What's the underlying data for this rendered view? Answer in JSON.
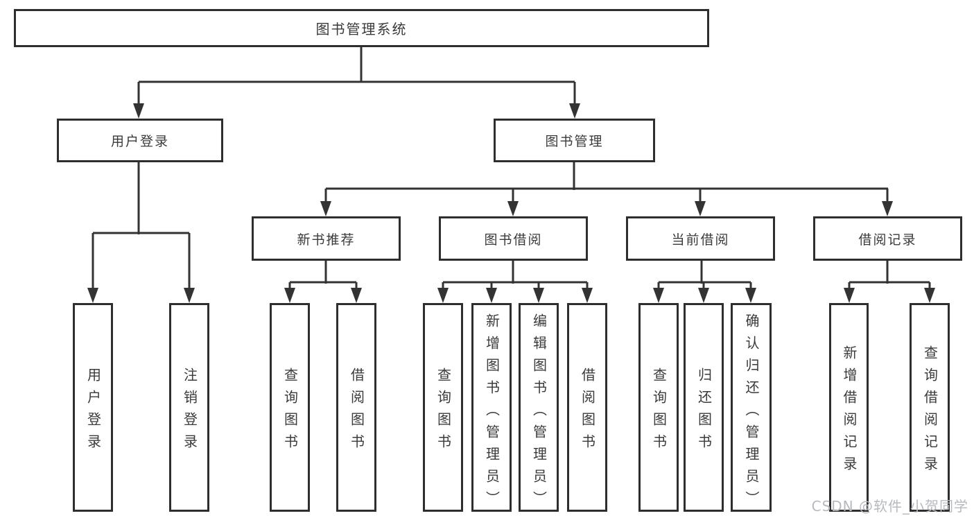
{
  "watermark": "CSDN @软件_小贺同学",
  "colors": {
    "background": "#ffffff",
    "line": "#333333",
    "border": "#2e2e2e",
    "text": "#3a3a3a",
    "watermark": "#b6babf"
  },
  "tree": {
    "root": {
      "label": "图书管理系统",
      "children": [
        {
          "label": "用户登录",
          "children": [
            {
              "label": "用户登录"
            },
            {
              "label": "注销登录"
            }
          ]
        },
        {
          "label": "图书管理",
          "children": [
            {
              "label": "新书推荐",
              "children": [
                {
                  "label": "查询图书"
                },
                {
                  "label": "借阅图书"
                }
              ]
            },
            {
              "label": "图书借阅",
              "children": [
                {
                  "label": "查询图书"
                },
                {
                  "label": "新增图书（管理员）"
                },
                {
                  "label": "编辑图书（管理员）"
                },
                {
                  "label": "借阅图书"
                }
              ]
            },
            {
              "label": "当前借阅",
              "children": [
                {
                  "label": "查询图书"
                },
                {
                  "label": "归还图书"
                },
                {
                  "label": "确认归还（管理员）"
                }
              ]
            },
            {
              "label": "借阅记录",
              "children": [
                {
                  "label": "新增借阅记录"
                },
                {
                  "label": "查询借阅记录"
                }
              ]
            }
          ]
        }
      ]
    }
  }
}
